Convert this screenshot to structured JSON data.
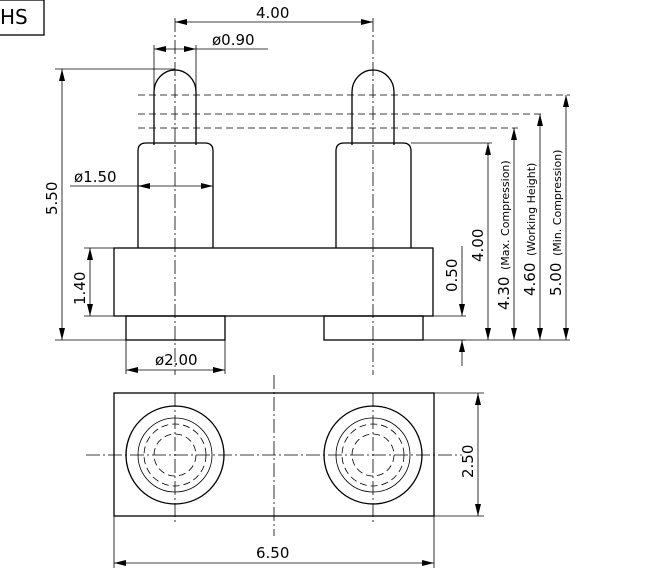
{
  "title_tag": "HS",
  "dims": {
    "pitch": "4.00",
    "tip_dia": "ø0.90",
    "barrel_dia": "ø1.50",
    "base_dia": "ø2.00",
    "total_height": "5.50",
    "body_height": "1.40",
    "stroke": "0.50",
    "height_4_00": "4.00",
    "max_comp": "4.30",
    "max_comp_label": "(Max. Compression)",
    "working": "4.60",
    "working_label": "(Working Height)",
    "min_comp": "5.00",
    "min_comp_label": "(Min. Compression)",
    "width": "6.50",
    "depth": "2.50"
  }
}
